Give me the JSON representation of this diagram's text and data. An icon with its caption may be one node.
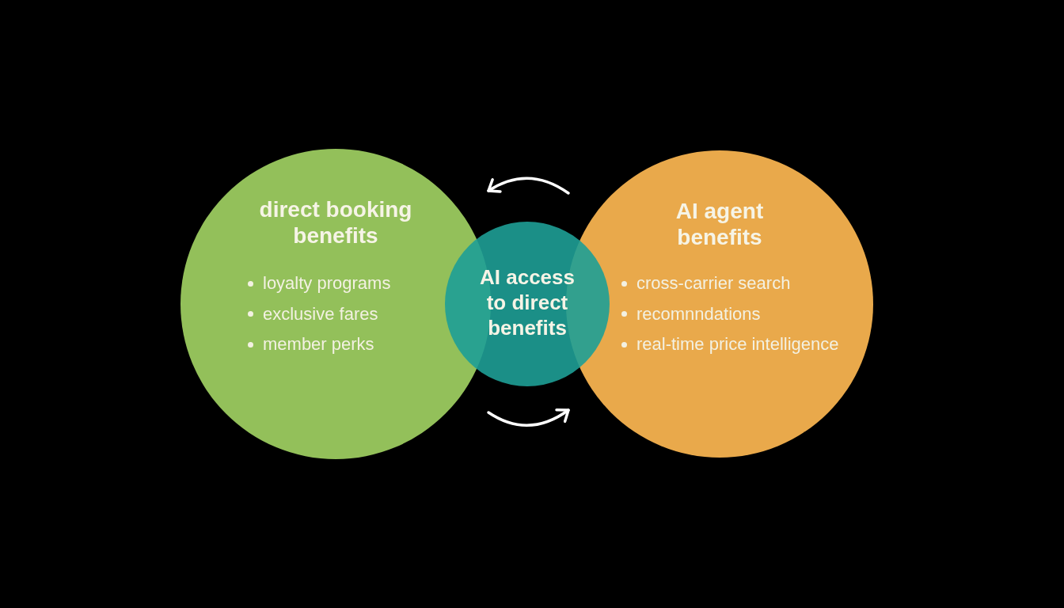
{
  "diagram": {
    "nodes": [
      {
        "text": [
          "direct booking benefits",
          "loyalty programs",
          "exclusive fares",
          "member perks"
        ]
      },
      {
        "text": [
          "AI access to direct benefits"
        ]
      },
      {
        "text": [
          "AI agent benefits",
          "cross-carrier search",
          "recomnndations",
          "real-time price intelligence"
        ]
      }
    ],
    "edges": [
      {
        "from": 2,
        "to": 0,
        "arrow": "to"
      },
      {
        "from": 0,
        "to": 2,
        "arrow": "to"
      }
    ]
  }
}
